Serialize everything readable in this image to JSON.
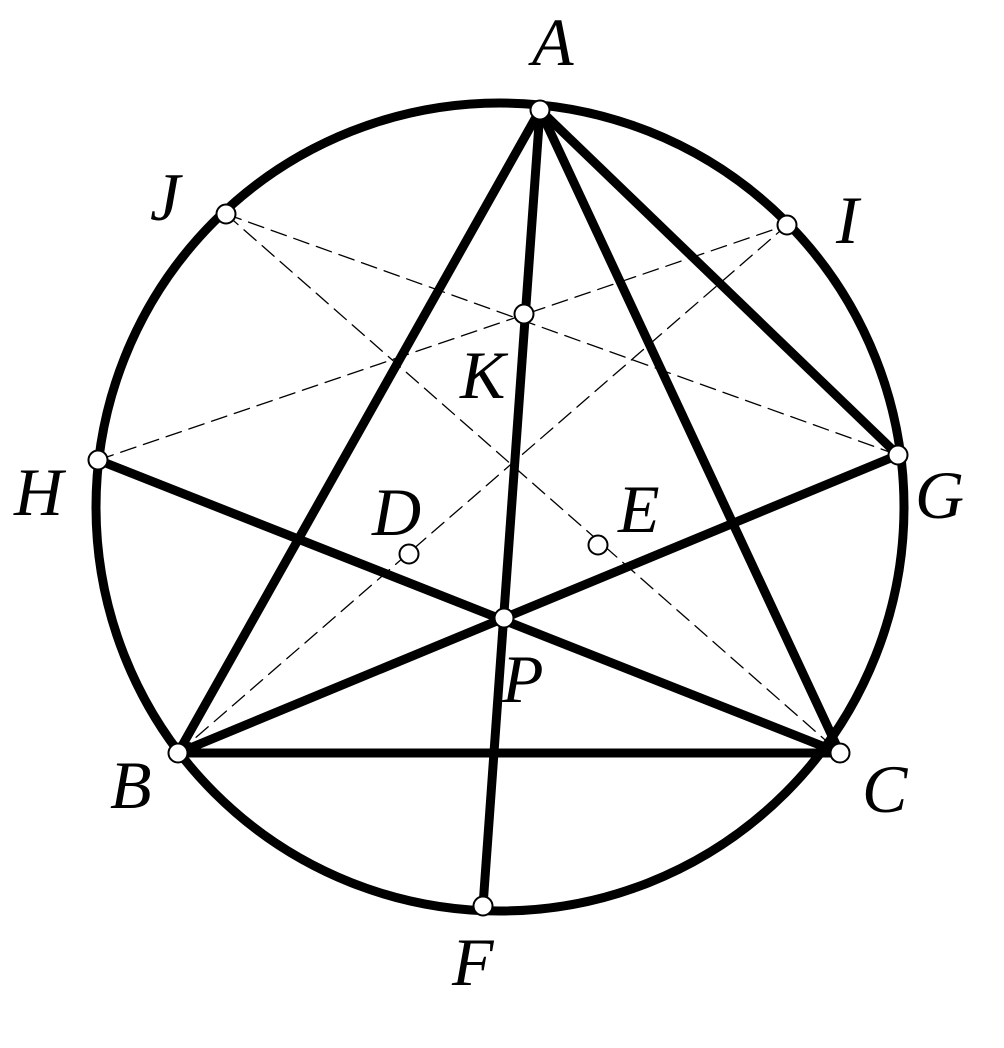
{
  "diagram": {
    "points": [
      {
        "id": "A",
        "label": "A"
      },
      {
        "id": "B",
        "label": "B"
      },
      {
        "id": "C",
        "label": "C"
      },
      {
        "id": "D",
        "label": "D"
      },
      {
        "id": "E",
        "label": "E"
      },
      {
        "id": "F",
        "label": "F"
      },
      {
        "id": "G",
        "label": "G"
      },
      {
        "id": "H",
        "label": "H"
      },
      {
        "id": "I",
        "label": "I"
      },
      {
        "id": "J",
        "label": "J"
      },
      {
        "id": "K",
        "label": "K"
      },
      {
        "id": "P",
        "label": "P"
      }
    ],
    "solid_segments": [
      [
        "A",
        "B"
      ],
      [
        "A",
        "C"
      ],
      [
        "A",
        "G"
      ],
      [
        "A",
        "F"
      ],
      [
        "B",
        "C"
      ],
      [
        "H",
        "C"
      ],
      [
        "B",
        "G"
      ]
    ],
    "dashed_segments": [
      [
        "J",
        "G"
      ],
      [
        "H",
        "I"
      ],
      [
        "J",
        "C"
      ],
      [
        "B",
        "I"
      ]
    ],
    "colors": {
      "stroke": "#000000",
      "point_fill": "#ffffff"
    }
  }
}
